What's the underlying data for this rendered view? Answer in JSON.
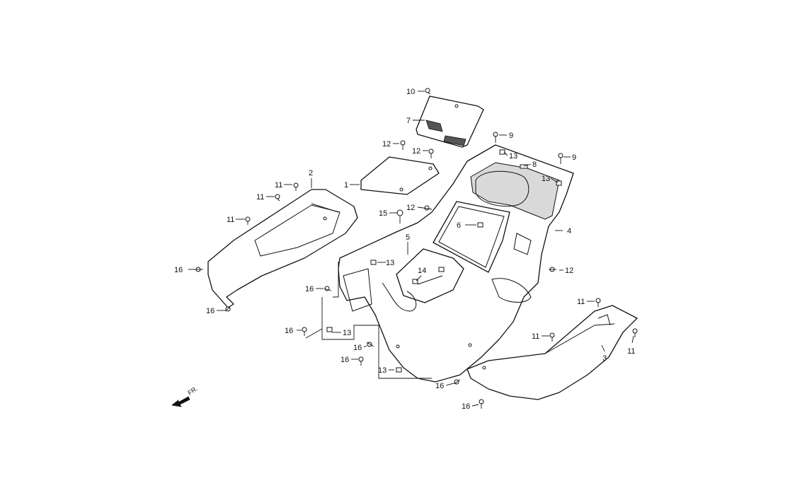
{
  "callouts": {
    "c1": "1",
    "c2": "2",
    "c3": "3",
    "c4": "4",
    "c5": "5",
    "c6": "6",
    "c7": "7",
    "c8": "8",
    "c9a": "9",
    "c9b": "9",
    "c10": "10",
    "c11a": "11",
    "c11b": "11",
    "c11c": "11",
    "c11d": "11",
    "c11e": "11",
    "c11f": "11",
    "c12a": "12",
    "c12b": "12",
    "c12c": "12",
    "c12d": "12",
    "c13a": "13",
    "c13b": "13",
    "c13c": "13",
    "c13d": "13",
    "c13e": "13",
    "c14": "14",
    "c15": "15",
    "c16a": "16",
    "c16b": "16",
    "c16c": "16",
    "c16d": "16",
    "c16e": "16",
    "c16f": "16",
    "c16g": "16",
    "c16h": "16"
  },
  "front_marker": {
    "label": "FR."
  }
}
